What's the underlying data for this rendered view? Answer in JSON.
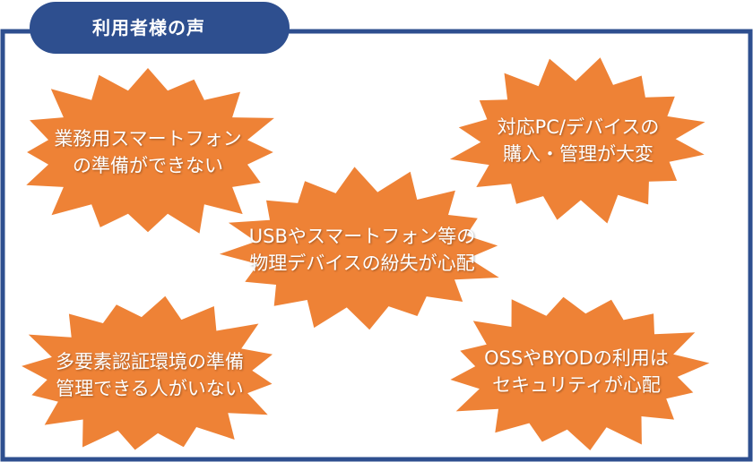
{
  "header": {
    "title": "利用者様の声"
  },
  "colors": {
    "frame": "#2e4f8f",
    "burst": "#ee8236",
    "text": "#ffffff"
  },
  "bursts": [
    {
      "lines": [
        "業務用スマートフォン",
        "の準備ができない"
      ]
    },
    {
      "lines": [
        "対応PC/デバイスの",
        "購入・管理が大変"
      ]
    },
    {
      "lines": [
        "USBやスマートフォン等の",
        "物理デバイスの紛失が心配"
      ]
    },
    {
      "lines": [
        "多要素認証環境の準備",
        "管理できる人がいない"
      ]
    },
    {
      "lines": [
        "OSSやBYODの利用は",
        "セキュリティが心配"
      ]
    }
  ]
}
